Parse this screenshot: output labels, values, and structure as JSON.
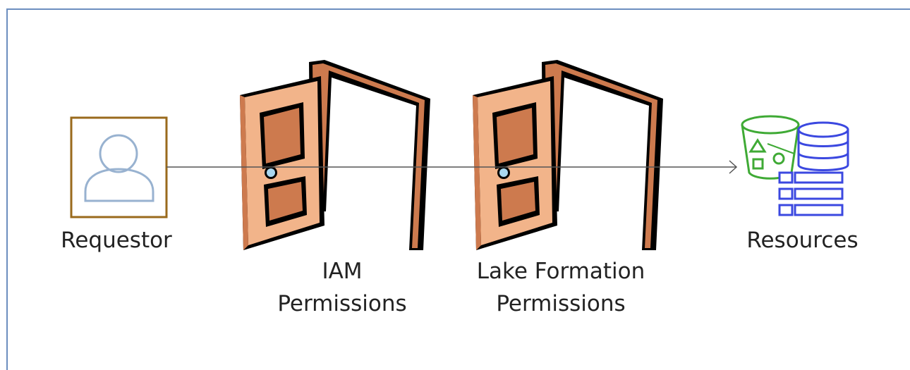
{
  "diagram": {
    "requestor": {
      "label": "Requestor",
      "icon": "user-icon"
    },
    "iam_door": {
      "label_line1": "IAM",
      "label_line2": "Permissions",
      "icon": "open-door-icon"
    },
    "lakeformation_door": {
      "label_line1": "Lake Formation",
      "label_line2": "Permissions",
      "icon": "open-door-icon"
    },
    "resources": {
      "label": "Resources",
      "icon": "data-resources-icon"
    },
    "colors": {
      "frame": "#6c8ebf",
      "requestor_box": "#9a6a1c",
      "user_icon": "#98b2d0",
      "door_dark": "#000000",
      "door_brown": "#cd7a4e",
      "door_light": "#f2b48a",
      "bucket_green": "#3faa35",
      "database_blue": "#3b48e0",
      "arrow": "#555555"
    }
  }
}
